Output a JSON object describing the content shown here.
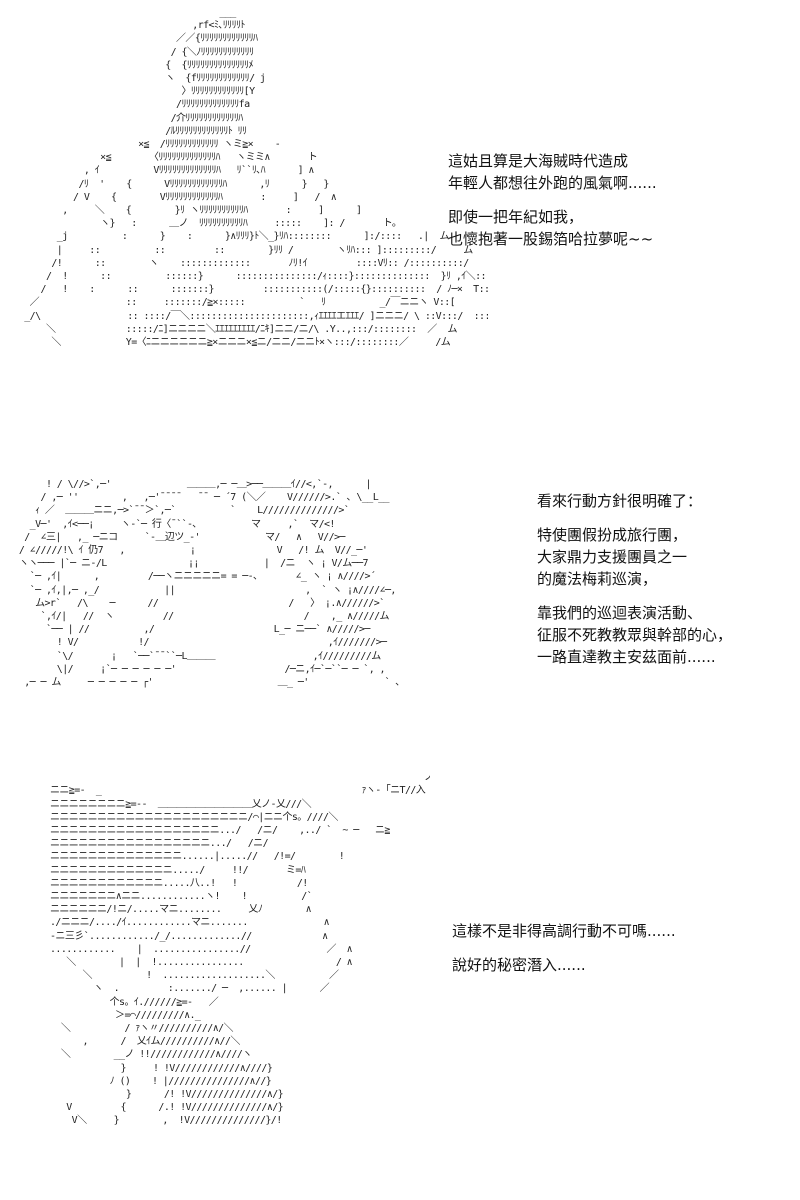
{
  "panels": [
    {
      "paragraphs": [
        [
          "這姑且算是大海賊時代造成",
          "年輕人都想往外跑的風氣啊......"
        ],
        [
          "即使一把年紀如我，",
          "也懷抱著一股錫箔哈拉夢呢~~"
        ]
      ]
    },
    {
      "paragraphs": [
        [
          "看來行動方針很明確了："
        ],
        [
          "特使團假扮成旅行團，",
          "大家鼎力支援團員之一",
          "的魔法梅莉巡演，"
        ],
        [
          "靠我們的巡迴表演活動、",
          "征服不死教教眾與幹部的心，",
          "一路直達教主安茲面前......"
        ]
      ]
    },
    {
      "paragraphs": [
        [
          "這樣不是非得高調行動不可嗎......"
        ],
        [
          "說好的秘密潛入......"
        ]
      ]
    }
  ]
}
